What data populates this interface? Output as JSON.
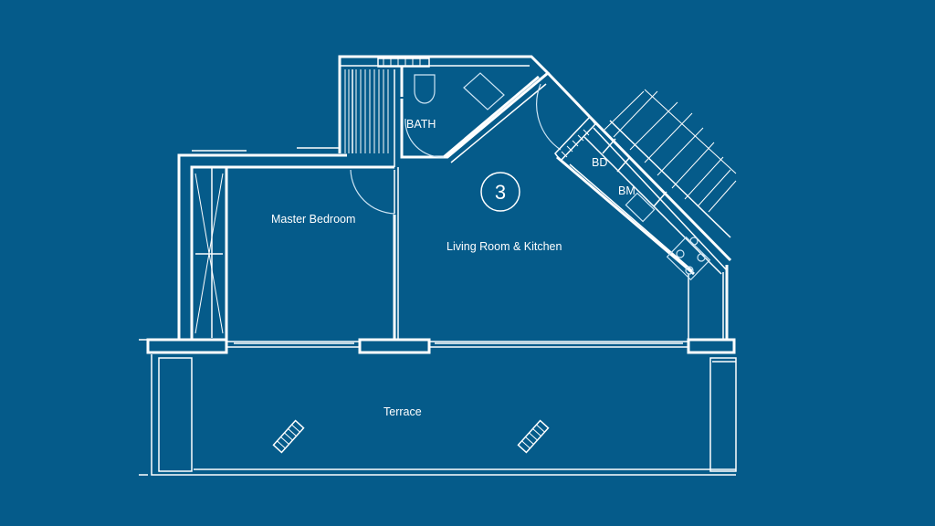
{
  "plan": {
    "unit_number": "3",
    "rooms": {
      "bath": "BATH",
      "master_bedroom": "Master Bedroom",
      "living_kitchen": "Living Room & Kitchen",
      "terrace": "Terrace",
      "bd": "BD",
      "bm": "BM"
    }
  },
  "colors": {
    "background": "#055b8a",
    "lines": "#ffffff"
  }
}
